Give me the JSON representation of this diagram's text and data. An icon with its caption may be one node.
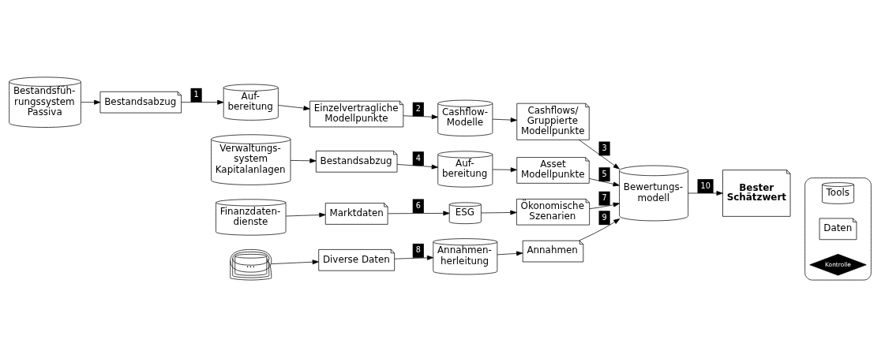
{
  "diagram": {
    "nodes": [
      {
        "text": [
          "Bestandsfüh- rungssystem Passiva"
        ]
      },
      {
        "text": [
          "Bestandsabzug"
        ]
      },
      {
        "text": [
          "Auf- bereitung"
        ]
      },
      {
        "text": [
          "Einzelvertragliche Modellpunkte"
        ]
      },
      {
        "text": [
          "Cashflow- Modelle"
        ]
      },
      {
        "text": [
          "Cashflows/ Gruppierte Modellpunkte"
        ]
      },
      {
        "text": [
          "Verwaltungs- system Kapitalanlagen"
        ]
      },
      {
        "text": [
          "Bestandsabzug"
        ]
      },
      {
        "text": [
          "Auf- bereitung"
        ]
      },
      {
        "text": [
          "Asset Modellpunkte"
        ]
      },
      {
        "text": [
          "Finanzdaten- dienste"
        ]
      },
      {
        "text": [
          "Marktdaten"
        ]
      },
      {
        "text": [
          "ESG"
        ]
      },
      {
        "text": [
          "Ökonomische Szenarien"
        ]
      },
      {
        "text": [
          "Bewertungs- modell"
        ]
      },
      {
        "text": [
          "Bester Schätzwert"
        ]
      },
      {
        "text": [
          "..."
        ]
      },
      {
        "text": [
          "Diverse Daten"
        ]
      },
      {
        "text": [
          "Annahmen- herleitung"
        ]
      },
      {
        "text": [
          "Annahmen"
        ]
      },
      {
        "text": [],
        "shape": "box"
      },
      {
        "text": [
          "Tools"
        ],
        "in": 20
      },
      {
        "text": [
          "Daten"
        ],
        "in": 20
      },
      {
        "text": [
          "Kontrolle"
        ],
        "in": 20
      }
    ],
    "edges": [
      {
        "from": 0,
        "to": 1,
        "arrow": "to"
      },
      {
        "from": 1,
        "to": 2,
        "arrow": "to",
        "label": "1"
      },
      {
        "from": 2,
        "to": 3,
        "arrow": "to"
      },
      {
        "from": 3,
        "to": 4,
        "arrow": "to",
        "label": "2"
      },
      {
        "from": 4,
        "to": 5,
        "arrow": "to"
      },
      {
        "from": 5,
        "to": 14,
        "arrow": "to",
        "label": "3"
      },
      {
        "from": 6,
        "to": 7,
        "arrow": "to"
      },
      {
        "from": 7,
        "to": 8,
        "arrow": "to",
        "label": "4"
      },
      {
        "from": 8,
        "to": 9,
        "arrow": "to"
      },
      {
        "from": 9,
        "to": 14,
        "arrow": "to",
        "label": "5"
      },
      {
        "from": 10,
        "to": 11,
        "arrow": "to"
      },
      {
        "from": 11,
        "to": 12,
        "arrow": "to",
        "label": "6"
      },
      {
        "from": 12,
        "to": 13,
        "arrow": "to"
      },
      {
        "from": 13,
        "to": 14,
        "arrow": "to",
        "label": "7"
      },
      {
        "from": 14,
        "to": 15,
        "arrow": "to",
        "label": "10"
      },
      {
        "from": 16,
        "to": 17,
        "arrow": "to"
      },
      {
        "from": 17,
        "to": 18,
        "arrow": "to",
        "label": "8"
      },
      {
        "from": 18,
        "to": 19,
        "arrow": "to"
      },
      {
        "from": 19,
        "to": 14,
        "arrow": "to",
        "label": "9"
      }
    ]
  }
}
